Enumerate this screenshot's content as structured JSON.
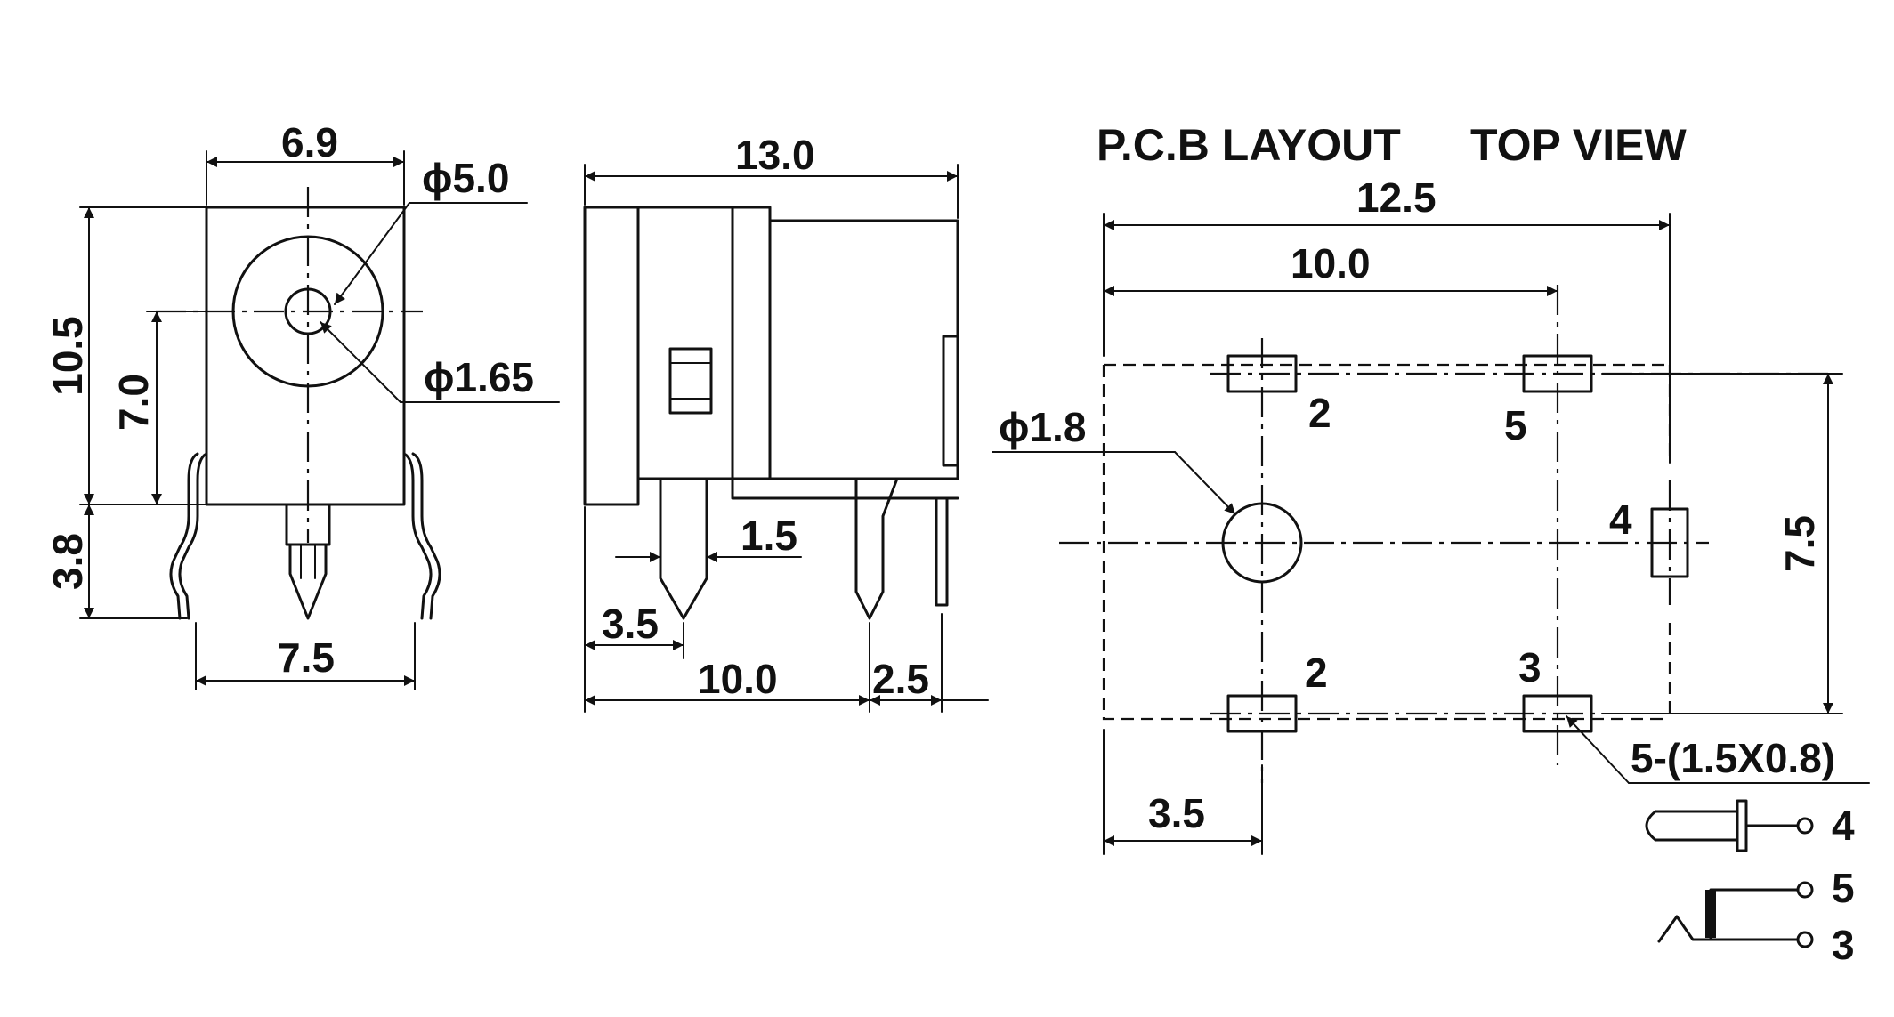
{
  "headings": {
    "pcb_layout": "P.C.B LAYOUT",
    "top_view": "TOP VIEW"
  },
  "front_view": {
    "width": "6.9",
    "hole_outer": "ϕ5.0",
    "hole_inner": "ϕ1.65",
    "height": "10.5",
    "center_height": "7.0",
    "pin_length": "3.8",
    "pin_span": "7.5"
  },
  "side_view": {
    "length": "13.0",
    "pin_width": "1.5",
    "front_pin_offset": "3.5",
    "pin_spacing": "10.0",
    "rear_pin_offset": "2.5"
  },
  "pcb_layout": {
    "overall_width": "12.5",
    "pad_spacing": "10.0",
    "hole_diameter": "ϕ1.8",
    "pad_row_spacing": "7.5",
    "hole_offset": "3.5",
    "pad_spec": "5-(1.5X0.8)",
    "pad_labels": {
      "top_left": "2",
      "top_right": "5",
      "side": "4",
      "bottom_left": "2",
      "bottom_right": "3"
    }
  },
  "schematic": {
    "pin_a": "4",
    "pin_b": "5",
    "pin_c": "3"
  }
}
